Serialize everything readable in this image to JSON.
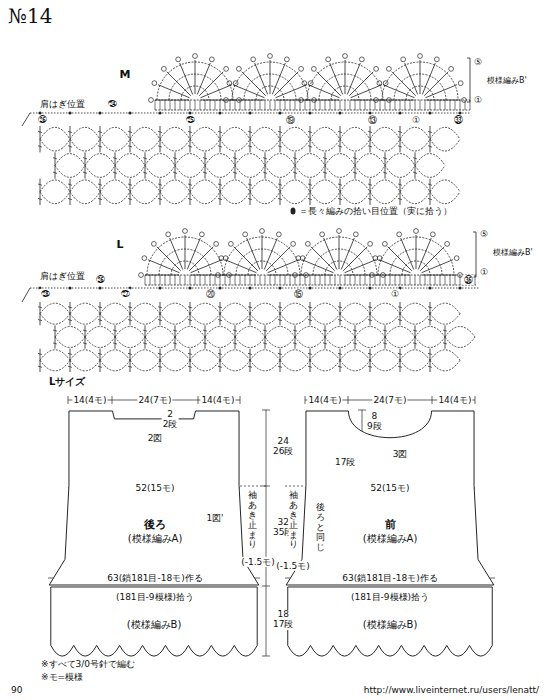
{
  "diagram": {
    "title": "№14",
    "nodes": [
      {
        "text": [
          "後ろ",
          "(模様編みA)"
        ]
      },
      {
        "text": [
          "(模様編みB)"
        ]
      },
      {
        "text": [
          "前",
          "(模様編みA)"
        ]
      },
      {
        "text": [
          "(模様編みB)"
        ]
      }
    ],
    "labels": [
      "M",
      "⑤",
      "①",
      "模様編みB'",
      "肩はぎ位置",
      "㉔",
      "㉖",
      "㉕",
      "⑲",
      "⑬",
      "①",
      "㉝",
      "L",
      "⑤",
      "①",
      "模様編みB'",
      "肩はぎ位置",
      "㉖",
      "㉘",
      "㉗",
      "⑳",
      "⑮",
      "①",
      "㊱",
      "Lサイズ",
      "14(4モ)",
      "24(7モ)",
      "14(4モ)",
      "2 2段",
      "2図",
      "24 26段",
      "52(15モ)",
      "1図'",
      "袖あき止まり",
      "32 35段",
      "(-1.5モ)",
      "63(鎖181目-18モ)作る",
      "(181目-9模様)拾う",
      "18 17段",
      "14(4モ)",
      "24(7モ)",
      "14(4モ)",
      "8 9段",
      "3図",
      "17段",
      "52(15モ)",
      "袖あき止まり",
      "後ろと同じ",
      "(-1.5モ)",
      "63(鎖181目-18モ)作る",
      "(181目-9模様)拾う",
      "※すべて3/0号針で編む",
      "※モ=模様",
      "90",
      "http://www.liveinternet.ru/users/lenatt/"
    ],
    "legend": [
      {
        "text": "＝長々編みの拾い目位置（実に拾う）"
      }
    ]
  }
}
